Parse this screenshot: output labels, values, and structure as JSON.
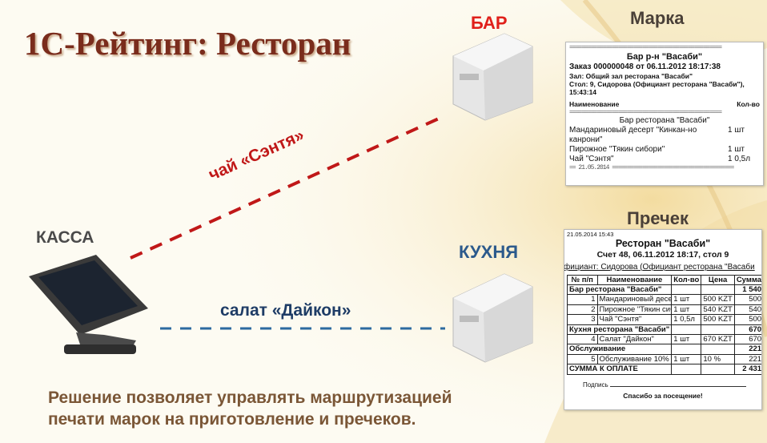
{
  "title": "1С-Рейтинг: Ресторан",
  "labels": {
    "bar": "БАР",
    "kassa": "КАССА",
    "kitchen": "КУХНЯ",
    "marka": "Марка",
    "precheck": "Пречек"
  },
  "routes": {
    "bar_item": "чай «Сэнтя»",
    "kitchen_item": "салат «Дайкон»"
  },
  "colors": {
    "title": "#7a2c1c",
    "bar": "#e0201a",
    "kitchen": "#2c5a8c",
    "bar_route": "#c01818",
    "kitchen_route": "#2c6aa0",
    "footer": "#7a5636"
  },
  "marka": {
    "separator": "==================================================",
    "header": "Бар р-н \"Васаби\"",
    "order": "Заказ 000000048 от 06.11.2012 18:17:38",
    "hall": "Зал: Общий зал ресторана \"Васаби\"",
    "table": "Стол: 9, Сидорова (Официант ресторана \"Васаби\"), 15:43:14",
    "col_name": "Наименование",
    "col_qty": "Кол-во",
    "group": "Бар ресторана \"Васаби\"",
    "items": [
      {
        "name": "Мандариновый десерт \"Кинкан-но канрони\"",
        "qty": "1 шт"
      },
      {
        "name": "Пирожное \"Тякин сибори\"",
        "qty": "1 шт"
      },
      {
        "name": "Чай \"Сэнтя\"",
        "qty": "1 0,5л"
      }
    ],
    "footer": "== 21.05.2014 ========================================"
  },
  "precheck": {
    "datetime": "21.05.2014 15:43",
    "restaurant": "Ресторан \"Васаби\"",
    "bill": "Счет 48, 06.11.2012 18:17, стол 9",
    "waiter": "фициант: Сидорова (Официант ресторана \"Васаби",
    "headers": [
      "№ п/п",
      "Наименование",
      "Кол-во",
      "Цена",
      "Сумма"
    ],
    "rows": [
      {
        "type": "group",
        "name": "Бар ресторана \"Васаби\"",
        "sum": "1 540"
      },
      {
        "type": "item",
        "n": "1",
        "name": "Мандариновый десерт \"К",
        "qty": "1 шт",
        "price": "500 KZT",
        "sum": "500"
      },
      {
        "type": "item",
        "n": "2",
        "name": "Пирожное \"Тякин сибори\"",
        "qty": "1 шт",
        "price": "540 KZT",
        "sum": "540"
      },
      {
        "type": "item",
        "n": "3",
        "name": "Чай \"Сэнтя\"",
        "qty": "1 0,5л",
        "price": "500 KZT",
        "sum": "500"
      },
      {
        "type": "group",
        "name": "Кухня ресторана \"Васаби\"",
        "sum": "670"
      },
      {
        "type": "item",
        "n": "4",
        "name": "Салат \"Дайкон\"",
        "qty": "1 шт",
        "price": "670 KZT",
        "sum": "670"
      },
      {
        "type": "group",
        "name": "Обслуживание",
        "sum": "221"
      },
      {
        "type": "item",
        "n": "5",
        "name": "Обслуживание 10%",
        "qty": "1 шт",
        "price": "10 %",
        "sum": "221"
      },
      {
        "type": "group",
        "name": "СУММА К ОПЛАТЕ",
        "sum": "2 431"
      }
    ],
    "signature": "Подпись",
    "thanks": "Спасибо за посещение!"
  },
  "footer": {
    "line1": "Решение позволяет управлять маршрутизацией",
    "line2": "печати марок на приготовление и пречеков."
  }
}
